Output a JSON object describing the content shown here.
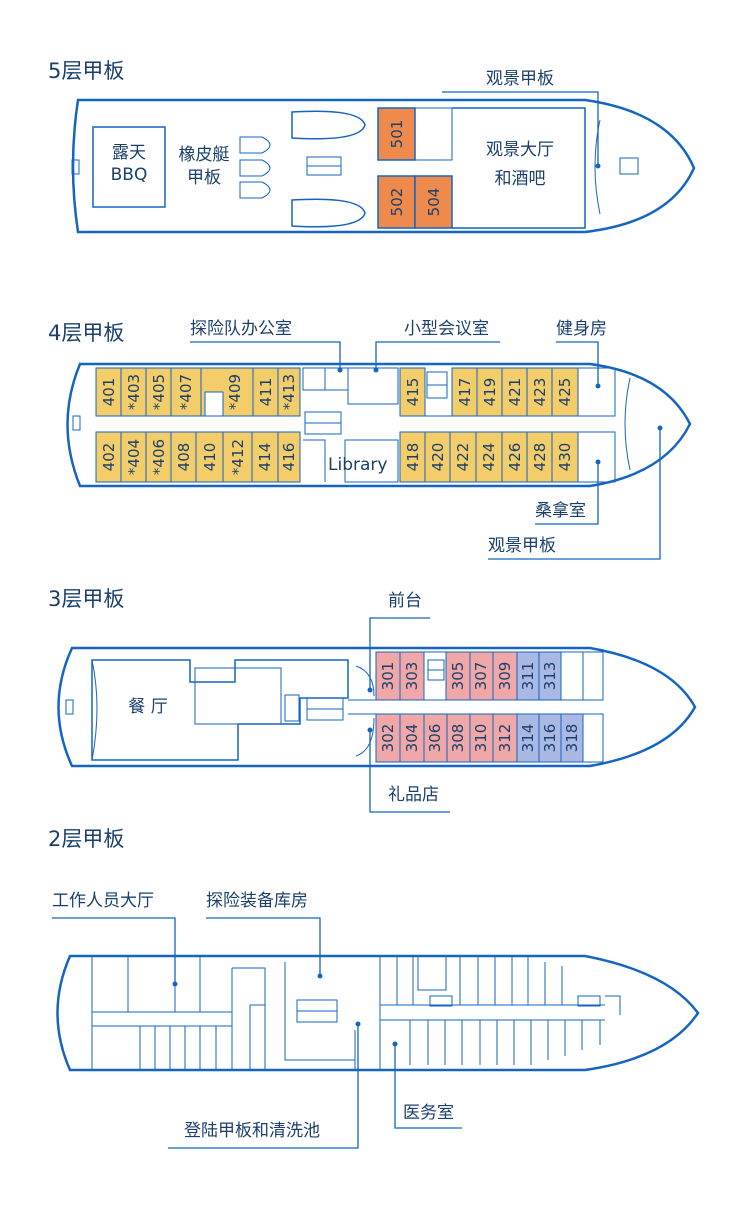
{
  "colors": {
    "outline": "#1565c0",
    "text": "#1a3f6c",
    "suite_orange": "#ef8a4d",
    "cabin_yellow": "#f4cd6b",
    "cabin_pink": "#f0a7a7",
    "cabin_lavender": "#a9b9e4"
  },
  "deck5": {
    "title": "5层甲板",
    "bbq": [
      "露天",
      "BBQ"
    ],
    "raft": [
      "橡皮艇",
      "甲板"
    ],
    "lounge": [
      "观景大厅",
      "和酒吧"
    ],
    "observation": "观景甲板",
    "rooms": [
      "501",
      "502",
      "504"
    ]
  },
  "deck4": {
    "title": "4层甲板",
    "expedition_office": "探险队办公室",
    "meeting_room": "小型会议室",
    "gym": "健身房",
    "sauna": "桑拿室",
    "observation": "观景甲板",
    "library": "Library",
    "rooms_top": [
      "401",
      "*403",
      "*405",
      "*407",
      "*409",
      "411",
      "*413",
      "415",
      "417",
      "419",
      "421",
      "423",
      "425"
    ],
    "rooms_bottom": [
      "402",
      "*404",
      "*406",
      "408",
      "410",
      "*412",
      "414",
      "416",
      "418",
      "420",
      "422",
      "424",
      "426",
      "428",
      "430"
    ]
  },
  "deck3": {
    "title": "3层甲板",
    "reception": "前台",
    "dining": "餐 厅",
    "gift_shop": "礼品店",
    "rooms_top": [
      "301",
      "303",
      "305",
      "307",
      "309",
      "311",
      "313"
    ],
    "rooms_bottom": [
      "302",
      "304",
      "306",
      "308",
      "310",
      "312",
      "314",
      "316",
      "318"
    ]
  },
  "deck2": {
    "title": "2层甲板",
    "crew_hall": "工作人员大厅",
    "gear_store": "探险装备库房",
    "landing": "登陆甲板和清洗池",
    "medical": "医务室"
  }
}
